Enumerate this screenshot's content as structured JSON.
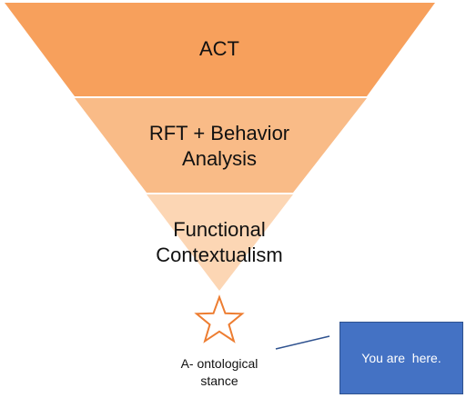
{
  "funnel": {
    "tiers": [
      {
        "lines": [
          "ACT"
        ],
        "color": "#f7a05c"
      },
      {
        "lines": [
          "RFT + Behavior",
          "Analysis"
        ],
        "color": "#f9bb87"
      },
      {
        "lines": [
          "Functional",
          "Contextualism"
        ],
        "color": "#fcd6b4"
      }
    ]
  },
  "stance": {
    "lines": [
      "A- ontological",
      "stance"
    ],
    "star_icon": "star-outline-icon",
    "star_color": "#ed7d31"
  },
  "callout": {
    "text": "You are  here.",
    "box_color": "#4472c4",
    "connector_color": "#2f528f"
  }
}
